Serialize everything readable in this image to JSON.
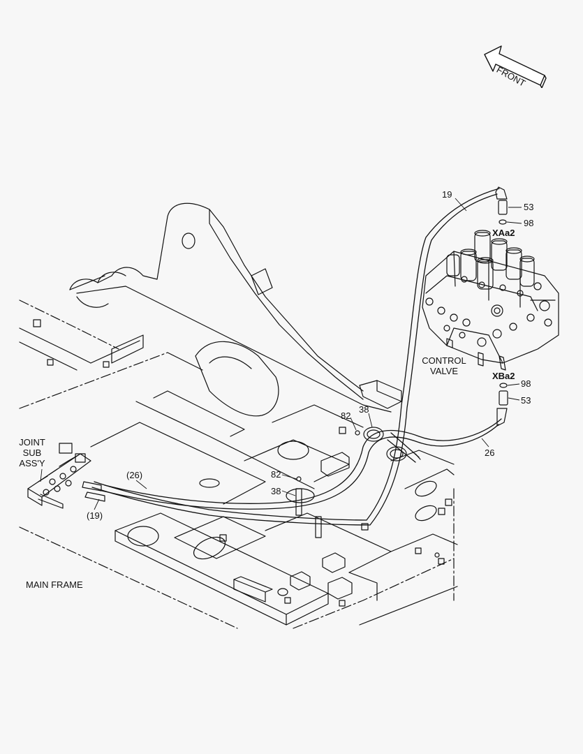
{
  "orientation": {
    "label": "FRONT"
  },
  "assemblies": {
    "control_valve": [
      "CONTROL",
      "VALVE"
    ],
    "joint_sub": [
      "JOINT",
      "SUB",
      "ASS'Y"
    ],
    "main_frame": "MAIN FRAME"
  },
  "ports": {
    "upper": "XAa2",
    "lower": "XBa2"
  },
  "callouts": {
    "hose_19": "19",
    "hose_26": "26",
    "hose_19_ref": "(19)",
    "hose_26_ref": "(26)",
    "adapter_upper": "53",
    "adapter_lower": "53",
    "oring_upper": "98",
    "oring_lower": "98",
    "clamp_upper": "38",
    "clamp_lower": "38",
    "bolt_upper": "82",
    "bolt_lower": "82"
  }
}
